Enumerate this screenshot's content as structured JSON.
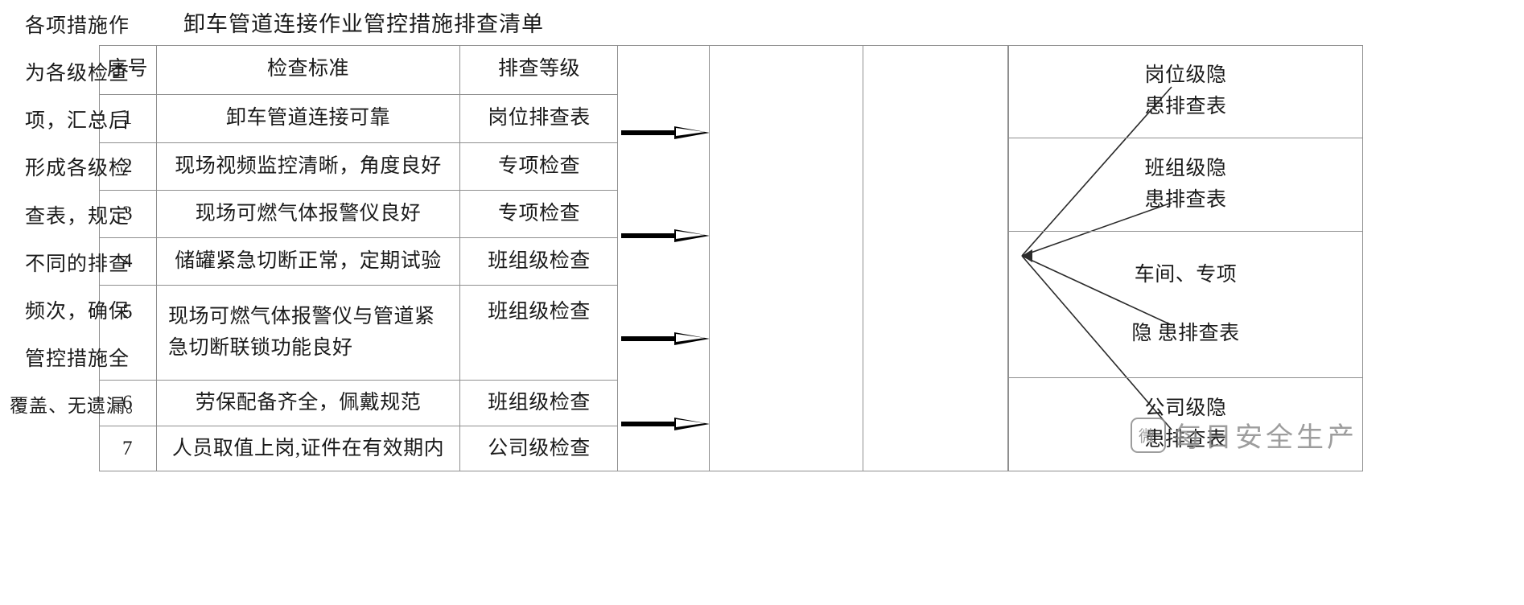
{
  "title": "卸车管道连接作业管控措施排查清单",
  "left_table": {
    "headers": [
      "序号",
      "检查标准",
      "排查等级"
    ],
    "rows": [
      {
        "no": "1",
        "standard": "卸车管道连接可靠",
        "standard_line2": "",
        "level": "岗位排查表"
      },
      {
        "no": "2",
        "standard": "现场视频监控清晰，角度良好",
        "standard_line2": "",
        "level": "专项检查"
      },
      {
        "no": "3",
        "standard": "现场可燃气体报警仪良好",
        "standard_line2": "",
        "level": "专项检查"
      },
      {
        "no": "4",
        "standard": "储罐紧急切断正常，定期试验",
        "standard_line2": "",
        "level": "班组级检查"
      },
      {
        "no": "5",
        "standard": "现场可燃气体报警仪与管道紧",
        "standard_line2": "急切断联锁功能良好",
        "level": "班组级检查"
      },
      {
        "no": "6",
        "standard": "劳保配备齐全，佩戴规范",
        "standard_line2": "",
        "level": "班组级检查"
      },
      {
        "no": "7",
        "standard": "人员取值上岗,证件在有效期内",
        "standard_line2": "",
        "level": "公司级检查"
      }
    ]
  },
  "arrows": {
    "icon": "right-arrow-icon",
    "count": 4
  },
  "center_note": {
    "lines": [
      "各项措施作",
      "为各级检查",
      "项，汇总后",
      "形成各级检",
      "查表，规定",
      "不同的排查",
      "频次，确保",
      "管控措施全",
      "覆盖、无遗漏。"
    ]
  },
  "right_table": {
    "cells": [
      {
        "line1": "岗位级隐",
        "line2": "患排查表"
      },
      {
        "line1": "班组级隐",
        "line2": "患排查表"
      },
      {
        "line1": "车间、专项",
        "line2": "隐  患排查表"
      },
      {
        "line1": "公司级隐",
        "line2": "患排查表"
      }
    ]
  },
  "watermark": {
    "badge": "微",
    "text": "每日安全生产"
  },
  "colors": {
    "border": "#8f8f8f",
    "text": "#1b1b1b",
    "arrow": "#000000",
    "watermark": "#8d8d8d",
    "background": "#ffffff"
  }
}
